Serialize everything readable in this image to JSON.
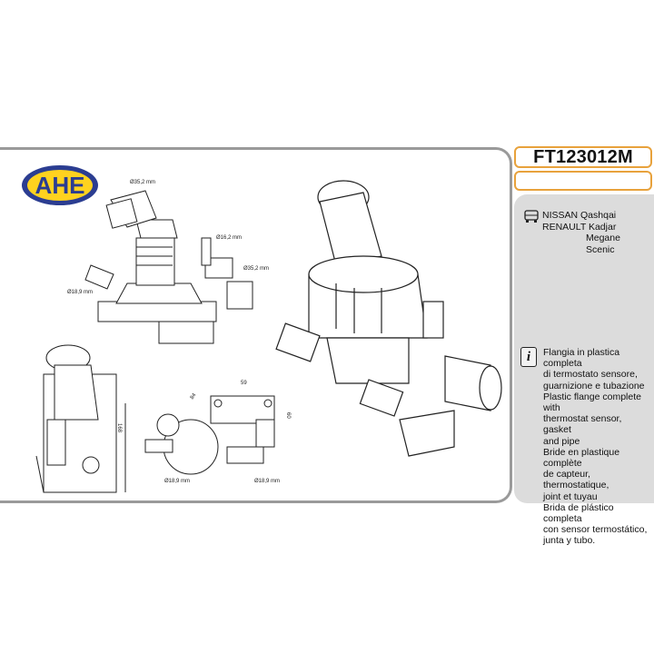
{
  "brand": {
    "logo_text": "AHE",
    "logo_fill": "#2b3d91",
    "logo_text_color": "#ffd21f"
  },
  "part": {
    "code": "FT123012M",
    "second_field": ""
  },
  "vehicles": [
    {
      "make": "NISSAN",
      "model": "Qashqai"
    },
    {
      "make": "RENAULT",
      "model": "Kadjar"
    },
    {
      "make": "",
      "model": "Megane"
    },
    {
      "make": "",
      "model": "Scenic"
    }
  ],
  "description_lines": [
    "Flangia in plastica completa",
    "di termostato sensore,",
    "guarnizione e tubazione",
    "Plastic flange complete with",
    "thermostat sensor, gasket",
    "and pipe",
    "Bride en plastique complète",
    "de capteur, thermostatique,",
    "joint et tuyau",
    "Brida de plástico completa",
    "con sensor termostático,",
    "junta y tubo."
  ],
  "info_icon_glyph": "i",
  "dimensions": {
    "d_outlet_top": "Ø35,2 mm",
    "d_sensor": "Ø16,2 mm",
    "d_outlet_right": "Ø35,2 mm",
    "d_left_pipe": "Ø18,9 mm",
    "d_bottom_left": "Ø18,9 mm",
    "d_bottom_right": "Ø18,9 mm",
    "width_59": "59",
    "diag_84": "84",
    "height_60": "60",
    "height_168": "168"
  },
  "colors": {
    "accent_border": "#e8a23c",
    "panel_border": "#9a9a9a",
    "info_bg": "#dcdcdc"
  }
}
